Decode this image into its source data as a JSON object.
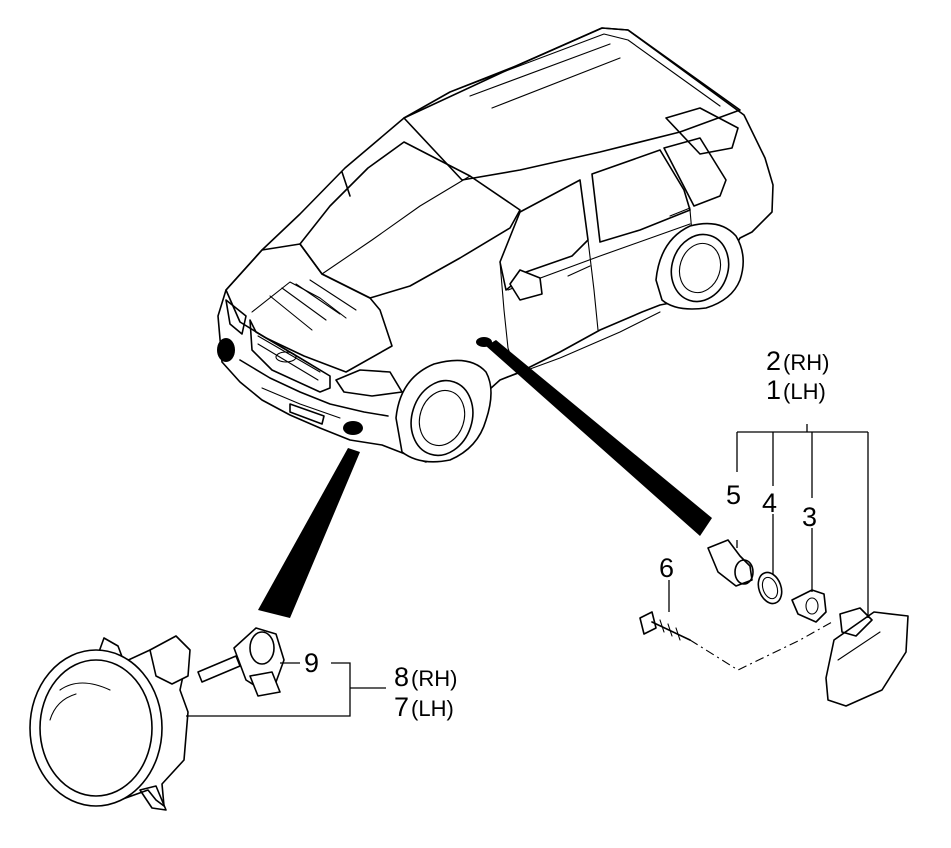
{
  "callouts": {
    "p1": {
      "num": "1",
      "side": "(LH)"
    },
    "p2": {
      "num": "2",
      "side": "(RH)"
    },
    "p3": {
      "num": "3"
    },
    "p4": {
      "num": "4"
    },
    "p5": {
      "num": "5"
    },
    "p6": {
      "num": "6"
    },
    "p7": {
      "num": "7",
      "side": "(LH)"
    },
    "p8": {
      "num": "8",
      "side": "(RH)"
    },
    "p9": {
      "num": "9"
    }
  },
  "components": [
    "vehicle-illustration",
    "fog-lamp-assembly",
    "fog-lamp-bulb",
    "side-repeater-lamp",
    "side-repeater-bulb",
    "side-repeater-gasket",
    "side-repeater-socket",
    "screw"
  ]
}
